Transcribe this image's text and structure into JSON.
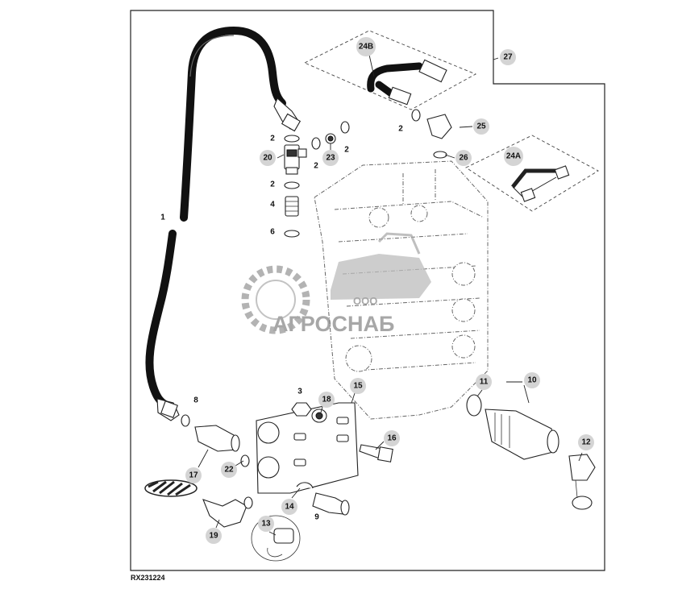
{
  "figure": {
    "reference_code": "RX231224",
    "watermark": {
      "brand": "АГРОСНАБ",
      "prefix": "ООО"
    }
  },
  "callouts": [
    {
      "label": "27"
    },
    {
      "label": "24B"
    },
    {
      "label": "25"
    },
    {
      "label": "26"
    },
    {
      "label": "24A"
    },
    {
      "label": "20"
    },
    {
      "label": "23"
    },
    {
      "label": "10"
    },
    {
      "label": "11"
    },
    {
      "label": "15"
    },
    {
      "label": "18"
    },
    {
      "label": "16"
    },
    {
      "label": "17"
    },
    {
      "label": "22"
    },
    {
      "label": "19"
    },
    {
      "label": "14"
    },
    {
      "label": "13"
    },
    {
      "label": "12"
    }
  ],
  "plain_labels": [
    {
      "label": "2"
    },
    {
      "label": "2"
    },
    {
      "label": "2"
    },
    {
      "label": "2"
    },
    {
      "label": "2"
    },
    {
      "label": "4"
    },
    {
      "label": "6"
    },
    {
      "label": "1"
    },
    {
      "label": "8"
    },
    {
      "label": "3"
    },
    {
      "label": "9"
    }
  ]
}
